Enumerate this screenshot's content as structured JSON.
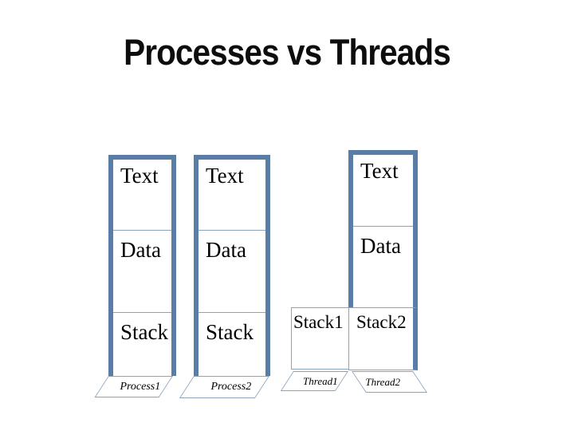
{
  "title": "Processes vs Threads",
  "colors": {
    "border_thick": "#587ea6",
    "border_thin": "#8ba3bf",
    "background": "#ffffff",
    "text": "#000000"
  },
  "processes": [
    {
      "name": "Process1",
      "segments": [
        "Text",
        "Data",
        "Stack"
      ]
    },
    {
      "name": "Process2",
      "segments": [
        "Text",
        "Data",
        "Stack"
      ]
    }
  ],
  "multithreaded_process": {
    "shared_segments": [
      "Text",
      "Data"
    ],
    "stacks": [
      "Stack1",
      "Stack2"
    ],
    "threads": [
      "Thread1",
      "Thread2"
    ]
  }
}
